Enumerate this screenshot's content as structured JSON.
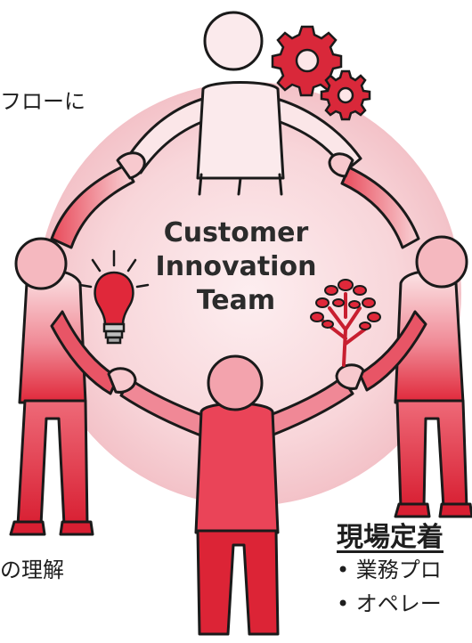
{
  "center_title": {
    "line1": "Customer",
    "line2": "Innovation",
    "line3": "Team"
  },
  "left_text": {
    "top_fragment": "フローに",
    "bottom_fragment": "の理解"
  },
  "right_text": {
    "heading": "現場定着",
    "bullets": [
      "• 業務プロ",
      "• オペレー"
    ]
  },
  "icons": [
    "gear-icon",
    "lightbulb-icon",
    "tree-icon"
  ],
  "colors": {
    "figure_red": "#e0283a",
    "circle_pink": "#f7d2d6",
    "outline": "#1a1a1a",
    "text_dark": "#2b2b2b"
  }
}
